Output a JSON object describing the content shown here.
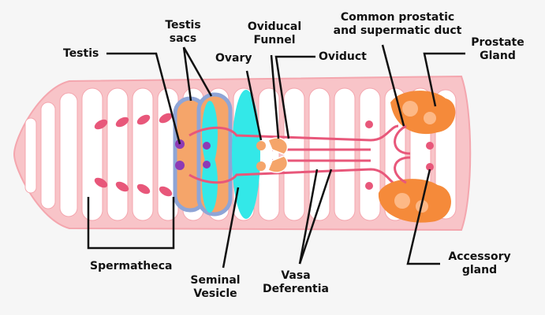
{
  "labels": {
    "testis": "Testis",
    "testis_sacs": "Testis\nsacs",
    "ovary": "Ovary",
    "oviducal_funnel": "Oviducal\nFunnel",
    "oviduct": "Oviduct",
    "common_prostatic": "Common prostatic\nand supermatic duct",
    "prostate_gland": "Prostate\nGland",
    "spermatheca": "Spermatheca",
    "seminal_vesicle": "Seminal\nVesicle",
    "vasa_deferentia": "Vasa\nDeferentia",
    "accessory_gland": "Accessory\ngland"
  },
  "colors": {
    "body_outline": "#f4a6ae",
    "body_fill": "#f8c4c8",
    "segment": "#ffffff",
    "organ_pink": "#e8577a",
    "seminal_vesicle": "#33e8e8",
    "testis_sac": "#f5a56a",
    "sac_outline": "#8fa5d6",
    "prostate": "#f58a3a",
    "testis": "#8d3ab5",
    "leader_line": "#111111"
  }
}
